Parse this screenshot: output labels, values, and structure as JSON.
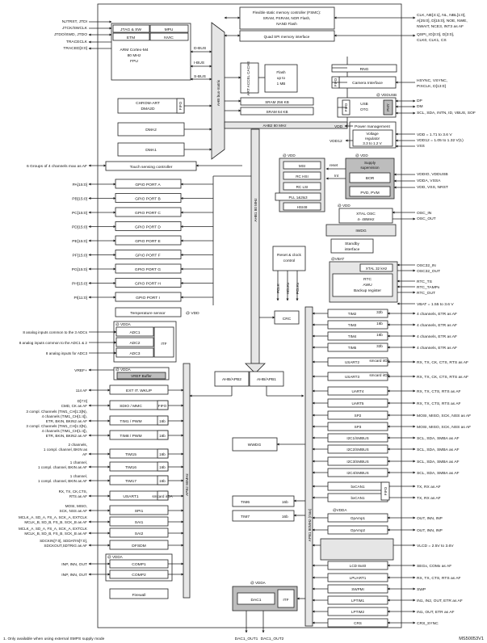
{
  "diagram_id": "MS50053V1",
  "footnote": "1. Only available when using external SMPS supply mode",
  "core": {
    "jtag": "JTAG & SW",
    "mpu": "MPU",
    "etm": "ETM",
    "nvic": "NVIC",
    "cpu_line1": "ARM Cortex-M4",
    "cpu_line2": "80 MHz",
    "cpu_line3": "FPU"
  },
  "core_signals": [
    "NJTRST, JTDI",
    "JTCK/SWCLK",
    "JTDO/SWD, JTDO",
    "TRACECLK",
    "TRACED[3:0]"
  ],
  "buses": {
    "dbus": "D-BUS",
    "ibus": "I-BUS",
    "sbus": "S-BUS",
    "ahb_matrix": "AHB bus-matrix",
    "art": "ART ACCEL CACHE",
    "ahb2": "AHB2 80 MHz",
    "ahb1": "AHB1 80 MHz",
    "ahb_apb2": "AHB/APB2",
    "ahb_apb1": "AHB/APB1",
    "apb2": "APB2 80MHz",
    "apb1": "APB1 80MHz (max)"
  },
  "memory": {
    "fsmc_line1": "Flexible static memory controller (FSMC):",
    "fsmc_line2": "SRAM, PSRAM, NOR Flash,",
    "fsmc_line3": "NAND Flash",
    "qspi": "Quad SPI memory interface",
    "flash_line1": "Flash",
    "flash_line2": "up to",
    "flash_line3": "1 MB",
    "sram1": "SRAM 256 KB",
    "sram2": "SRAM 64 KB"
  },
  "fsmc_signals": [
    "CLK, NE[4:1], NL, NBL[1:0],",
    "A[25:0], D[15:0], NOE, NWE,",
    "NWAIT, NCE3, INT3 as AF"
  ],
  "qspi_signals": [
    "QSPI_IO[3:0], D[3:0],",
    "CLK0, CLK1, CS"
  ],
  "dma": {
    "chrom_line1": "CHROM-ART",
    "chrom_line2": "DMA2D",
    "fifo": "FIFO",
    "dma2": "DMA2",
    "dma1": "DMA1",
    "touch": "Touch sensing controller"
  },
  "touch_signal": "6 Groups of 4 channels max as AF",
  "gpio": [
    {
      "pins": "PA[15:0]",
      "label": "GPIO PORT A"
    },
    {
      "pins": "PB[15:0]",
      "label": "GPIO PORT B"
    },
    {
      "pins": "PC[15:0]",
      "label": "GPIO PORT C"
    },
    {
      "pins": "PD[15:0]",
      "label": "GPIO PORT D"
    },
    {
      "pins": "PE[15:0]",
      "label": "GPIO PORT E"
    },
    {
      "pins": "PF[15:0]",
      "label": "GPIO PORT F"
    },
    {
      "pins": "PG[15:0]",
      "label": "GPIO PORT G"
    },
    {
      "pins": "PH[15:0]",
      "label": "GPIO PORT H"
    },
    {
      "pins": "PI[11:0]",
      "label": "GPIO PORT I"
    }
  ],
  "temp": {
    "label": "Temperature sensor",
    "vdd": "@ VDD"
  },
  "adc": {
    "vdda": "@ VDDA",
    "adc1": "ADC1",
    "adc2": "ADC2",
    "adc3": "ADC3",
    "itf": "ITF"
  },
  "adc_signals": [
    "8 analog inputs common to the 3 ADCs",
    "8 analog inputs common to the ADC1 & 2",
    "8 analog inputs for ADC3"
  ],
  "vref": {
    "pin": "VREF+",
    "vdda": "@ VDDA",
    "label": "VREF Buffer"
  },
  "apb2_left": [
    {
      "signal": [
        "114 AF"
      ],
      "label": "EXT IT. WKUP",
      "tag": ""
    },
    {
      "signal": [
        "D[7:0]",
        "CMD, CK as AF"
      ],
      "label": "SDIO / MMC",
      "tag": "FIFO"
    },
    {
      "signal": [
        "3 compl. Channels (TIM1_CH[1:3]N),",
        "4 channels (TIM1_CH[1:4]),",
        "ETR, BKIN, BKIN2 as AF"
      ],
      "label": "TIM1 / PWM",
      "tag": "16b"
    },
    {
      "signal": [
        "3 compl. Channels (TIM1_CH[1:3]N),",
        "4 channels (TIM1_CH[1:4]),",
        "ETR, BKIN, BKIN2 as AF"
      ],
      "label": "TIM8 / PWM",
      "tag": "16b"
    },
    {
      "signal": [
        "2 channels,",
        "1 compl. channel, BKIN as",
        "AF"
      ],
      "label": "TIM15",
      "tag": "16b"
    },
    {
      "signal": [
        "1 channel,",
        "1 compl. channel, BKIN as AF"
      ],
      "label": "TIM16",
      "tag": "16b"
    },
    {
      "signal": [
        "1 channel,",
        "1 compl. channel, BKIN as AF"
      ],
      "label": "TIM17",
      "tag": "16b"
    },
    {
      "signal": [
        "RX, TX, CK,CTS,",
        "RTS as AF"
      ],
      "label": "USART1",
      "tag": "smcard irDA"
    },
    {
      "signal": [
        "MOSI, MISO,",
        "SCK, NSS as AF"
      ],
      "label": "SPI1",
      "tag": ""
    },
    {
      "signal": [
        "MCLK_A, SD_A, FS_A, SCK_A, EXTCLK",
        "MCLK_B, SD_B, FS_B, SCK_B as AF"
      ],
      "label": "SAI1",
      "tag": ""
    },
    {
      "signal": [
        "MCLK_A, SD_A, FS_A, SCK_A, EXTCLK",
        "MCLK_B, SD_B, FS_B, SCK_B as AF"
      ],
      "label": "SAI2",
      "tag": ""
    },
    {
      "signal": [
        "SDCKIN[7:0], SDDATIN[7:0],",
        "SDCKOUT,SDTRIG as AF"
      ],
      "label": "DFSDM",
      "tag": ""
    }
  ],
  "comp": {
    "vdda": "@ VDDA",
    "comp1": "COMP1",
    "comp2": "COMP2",
    "sig1": "INP, INN, OUT",
    "sig2": "INP, INN, OUT"
  },
  "firewall": "Firewall",
  "right_power": {
    "rng": "RNG",
    "camera": "Camera Interface",
    "fifo": "FIFO",
    "camera_signals": [
      "HSYNC, VSYNC,",
      "PIXCLK, D[13:0]"
    ],
    "vddusb": "@ VDDUSB",
    "usb_line1": "USB",
    "usb_line2": "OTG",
    "phy": "PHY",
    "usb_signals": [
      "DP",
      "DM",
      "SCL, SDA, INTN, ID, VBUS, SOF"
    ],
    "vdd": "VDD",
    "vdd12": "VDD12",
    "power_mgmt": "Power management",
    "vreg_line1": "Voltage",
    "vreg_line2": "regulator",
    "vreg_line3": "3.3 to 1.2 V",
    "power_signals": [
      "VDD = 1.71 to 3.6 V",
      "VDD12 = 1.05 to 1.32 V(1)",
      "VSS"
    ],
    "at_vdd": "@ VDD",
    "supply_line1": "Supply",
    "supply_line2": "supervision",
    "reset": "reset",
    "int": "Int",
    "bor": "BOR",
    "pvd": "PVD, PVM",
    "supply_signals": [
      "VDDIO, VDDUSB",
      "VDDA, VSSA",
      "VDD, VSS, NRST"
    ],
    "osc_msi": "MSI",
    "osc_rchsi": "RC HSI",
    "osc_rclsi": "RC LSI",
    "pll": "PLL 1&2&3",
    "hsi48": "HSI48",
    "xtal_osc_line1": "XTAL OSC",
    "xtal_osc_line2": "4- 48MHz",
    "osc_signals": [
      "OSC_IN",
      "OSC_OUT"
    ],
    "iwdg": "IWDG",
    "standby_line1": "Standby",
    "standby_line2": "interface",
    "vbat_tag": "@VBAT",
    "xtal32": "XTAL 32 kHz",
    "rtc_line1": "RTC",
    "rtc_line2": "AWU",
    "rtc_line3": "Backup register",
    "rtc_signals": [
      "OSC32_IN",
      "OSC32_OUT",
      "RTC_TS",
      "RTC_TAMPx",
      "RTC_OUT"
    ],
    "vbat_range": "VBAT = 1.55 to 3.6 V"
  },
  "reset_clock": {
    "label_line1": "Reset & clock",
    "label_line2": "control",
    "fclk": "FCLK",
    "hclkx": "HCLKx",
    "pclkx": "PCLKx",
    "crc": "CRC"
  },
  "apb1_right": [
    {
      "label": "TIM2",
      "tag": "32b",
      "signal": "4 channels, ETR as AF"
    },
    {
      "label": "TIM3",
      "tag": "16b",
      "signal": "4 channels, ETR as AF"
    },
    {
      "label": "TIM4",
      "tag": "16b",
      "signal": "4 channels, ETR as AF"
    },
    {
      "label": "TIM5",
      "tag": "32b",
      "signal": "4 channels, ETR as AF"
    },
    {
      "label": "USART2",
      "tag": "smcard irDA",
      "signal": "RX, TX, CK, CTS, RTS as AF"
    },
    {
      "label": "USART3",
      "tag": "smcard irDA",
      "signal": "RX, TX, CK, CTS, RTS as AF"
    },
    {
      "label": "UART4",
      "tag": "",
      "signal": "RX, TX, CTS, RTS as AF"
    },
    {
      "label": "UART5",
      "tag": "",
      "signal": "RX, TX, CTS, RTS as AF"
    },
    {
      "label": "SP2",
      "tag": "",
      "signal": "MOSI, MISO, SCK, NSS as AF"
    },
    {
      "label": "SP3",
      "tag": "",
      "signal": "MOSI, MISO, SCK, NSS as AF"
    },
    {
      "label": "I2C1/SMBUS",
      "tag": "",
      "signal": "SCL, SDA, SMBA as AF"
    },
    {
      "label": "I2C2/SMBUS",
      "tag": "",
      "signal": "SCL, SDA, SMBA as AF"
    },
    {
      "label": "I2C3/SMBUS",
      "tag": "",
      "signal": "SCL, SDA, SMBA as AF"
    },
    {
      "label": "I2C4/SMBUS",
      "tag": "",
      "signal": "SCL, SDA, SMBA as AF"
    },
    {
      "label": "bxCAN1",
      "tag": "",
      "signal": "TX, RX as AF"
    },
    {
      "label": "bxCAN1",
      "tag": "",
      "signal": "TX, RX as AF"
    },
    {
      "label": "OpAmp1",
      "tag": "",
      "signal": "OUT, INN, INP"
    },
    {
      "label": "OpAmp2",
      "tag": "",
      "signal": "OUT, INN, INP"
    },
    {
      "label": "LCD Booster",
      "tag": "",
      "signal": "VLCD = 2.5V to 3.6V"
    },
    {
      "label": "LCD 8x40",
      "tag": "",
      "signal": "SEGx, COMx as AF"
    },
    {
      "label": "LPUART1",
      "tag": "",
      "signal": "RX, TX, CTS, RTS as AF"
    },
    {
      "label": "SWPMI",
      "tag": "",
      "signal": "SWP"
    },
    {
      "label": "LPTIM1",
      "tag": "",
      "signal": "IN1, IN2, OUT, ETR as AF"
    },
    {
      "label": "LPTIM2",
      "tag": "",
      "signal": "IN1, OUT, ETR as AF"
    },
    {
      "label": "CRS",
      "tag": "",
      "signal": "CRS_SYNC"
    }
  ],
  "bxcan_fifo": "FIFO",
  "opamp_vdda": "@VDDA",
  "middle": {
    "wwdg": "WWDG",
    "tim6": "TIM6",
    "tim7": "TIM7",
    "tim6_tag": "16b",
    "tim7_tag": "16b",
    "dac_vdda": "@ VDDA",
    "dac1": "DAC1",
    "dac_itf": "ITF",
    "dac_out1": "DAC1_OUT1",
    "dac_out2": "DAC1_OUT2"
  }
}
